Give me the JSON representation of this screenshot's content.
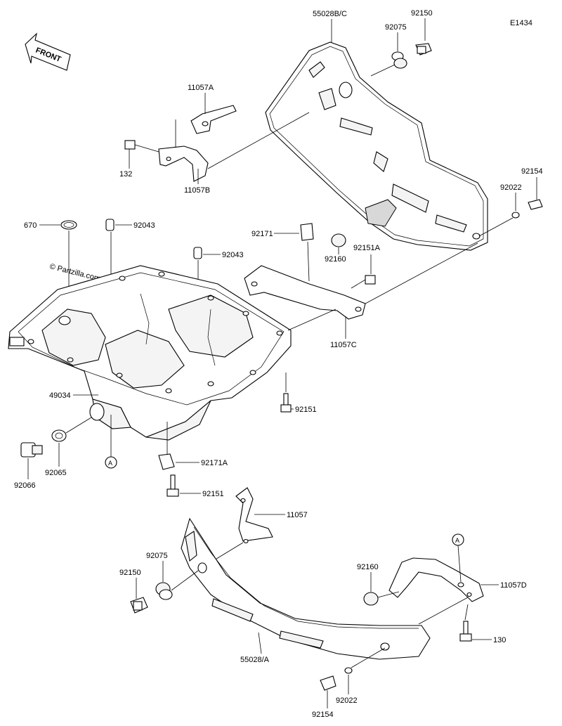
{
  "diagram_code": "E1434",
  "front_label": "FRONT",
  "watermark": "© Partzilla.com",
  "callout_marker": "A",
  "parts": {
    "p55028bc": "55028B/C",
    "p92075_top": "92075",
    "p92150_top": "92150",
    "p11057a": "11057A",
    "p132": "132",
    "p11057b": "11057B",
    "p92154_top": "92154",
    "p92022_top": "92022",
    "p670": "670",
    "p92043_a": "92043",
    "p92043_b": "92043",
    "p92171": "92171",
    "p92151a": "92151A",
    "p92160_top": "92160",
    "p11057c": "11057C",
    "p49034": "49034",
    "p92151_mid": "92151",
    "p92065": "92065",
    "p92066": "92066",
    "p92171a": "92171A",
    "p92151_low": "92151",
    "p11057": "11057",
    "p92075_low": "92075",
    "p92150_low": "92150",
    "p92160_low": "92160",
    "p11057d": "11057D",
    "p130": "130",
    "p55028a": "55028/A",
    "p92022_low": "92022",
    "p92154_low": "92154"
  }
}
